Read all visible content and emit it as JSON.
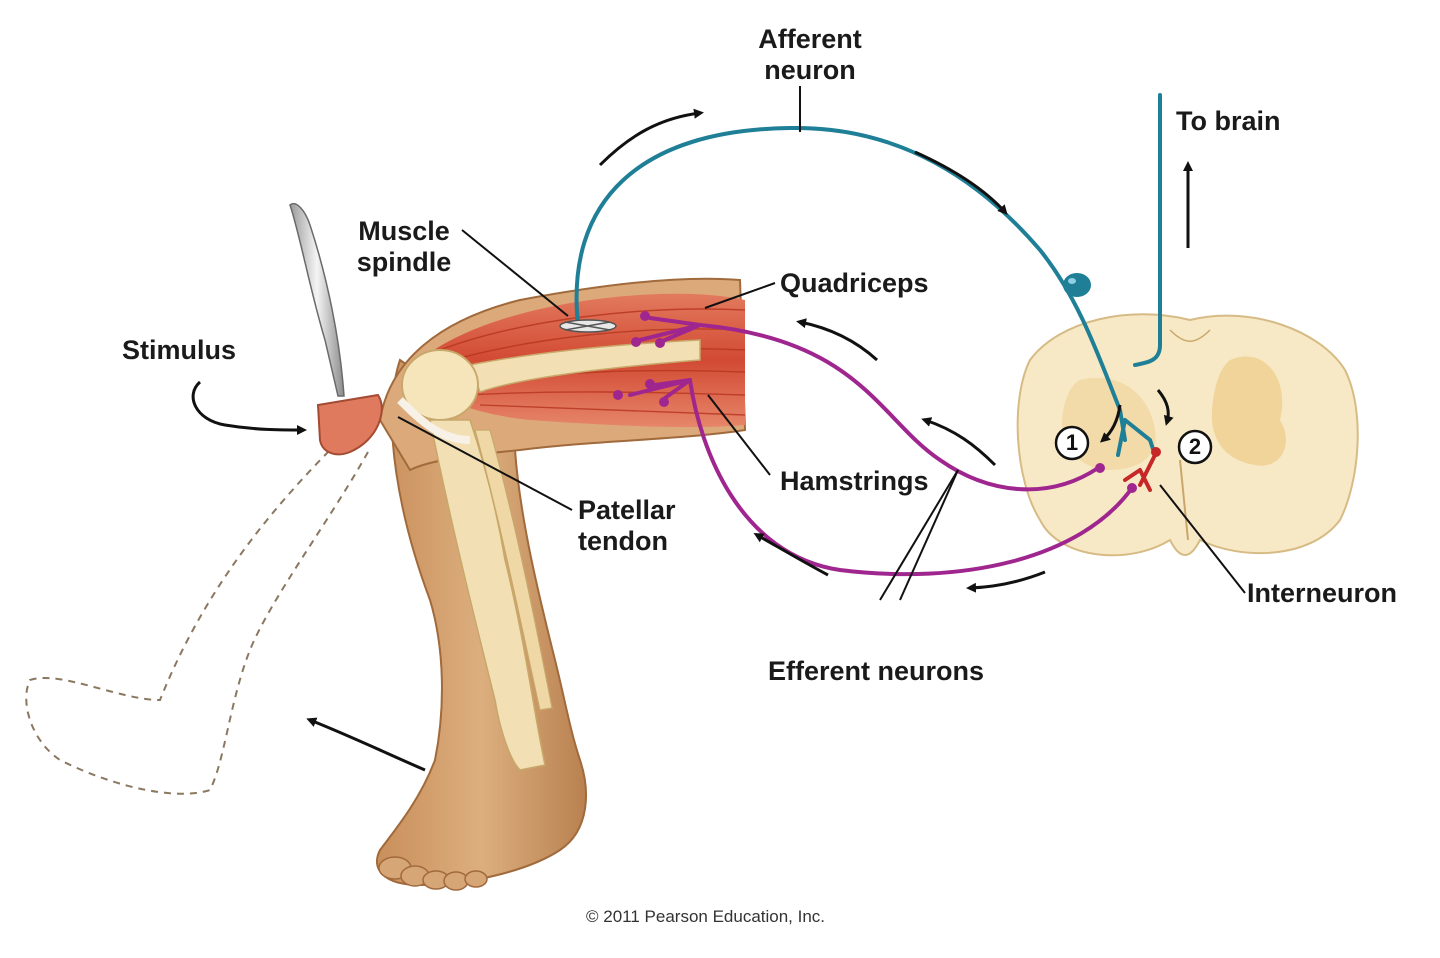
{
  "labels": {
    "afferent_line1": "Afferent",
    "afferent_line2": "neuron",
    "to_brain": "To brain",
    "muscle_line1": "Muscle",
    "muscle_line2": "spindle",
    "quadriceps": "Quadriceps",
    "stimulus": "Stimulus",
    "hamstrings": "Hamstrings",
    "patellar_line1": "Patellar",
    "patellar_line2": "tendon",
    "interneuron": "Interneuron",
    "efferent": "Efferent neurons",
    "num1": "1",
    "num2": "2",
    "copyright": "© 2011 Pearson Education, Inc."
  },
  "colors": {
    "afferent": "#1e7f96",
    "efferent": "#a0268f",
    "interneuron": "#c62828",
    "skin": "#d9a877",
    "muscle": "#d5553a",
    "bone": "#f4dfb2",
    "spinal_cord": "#f8e8c3",
    "grey_matter": "#f0d49c"
  }
}
